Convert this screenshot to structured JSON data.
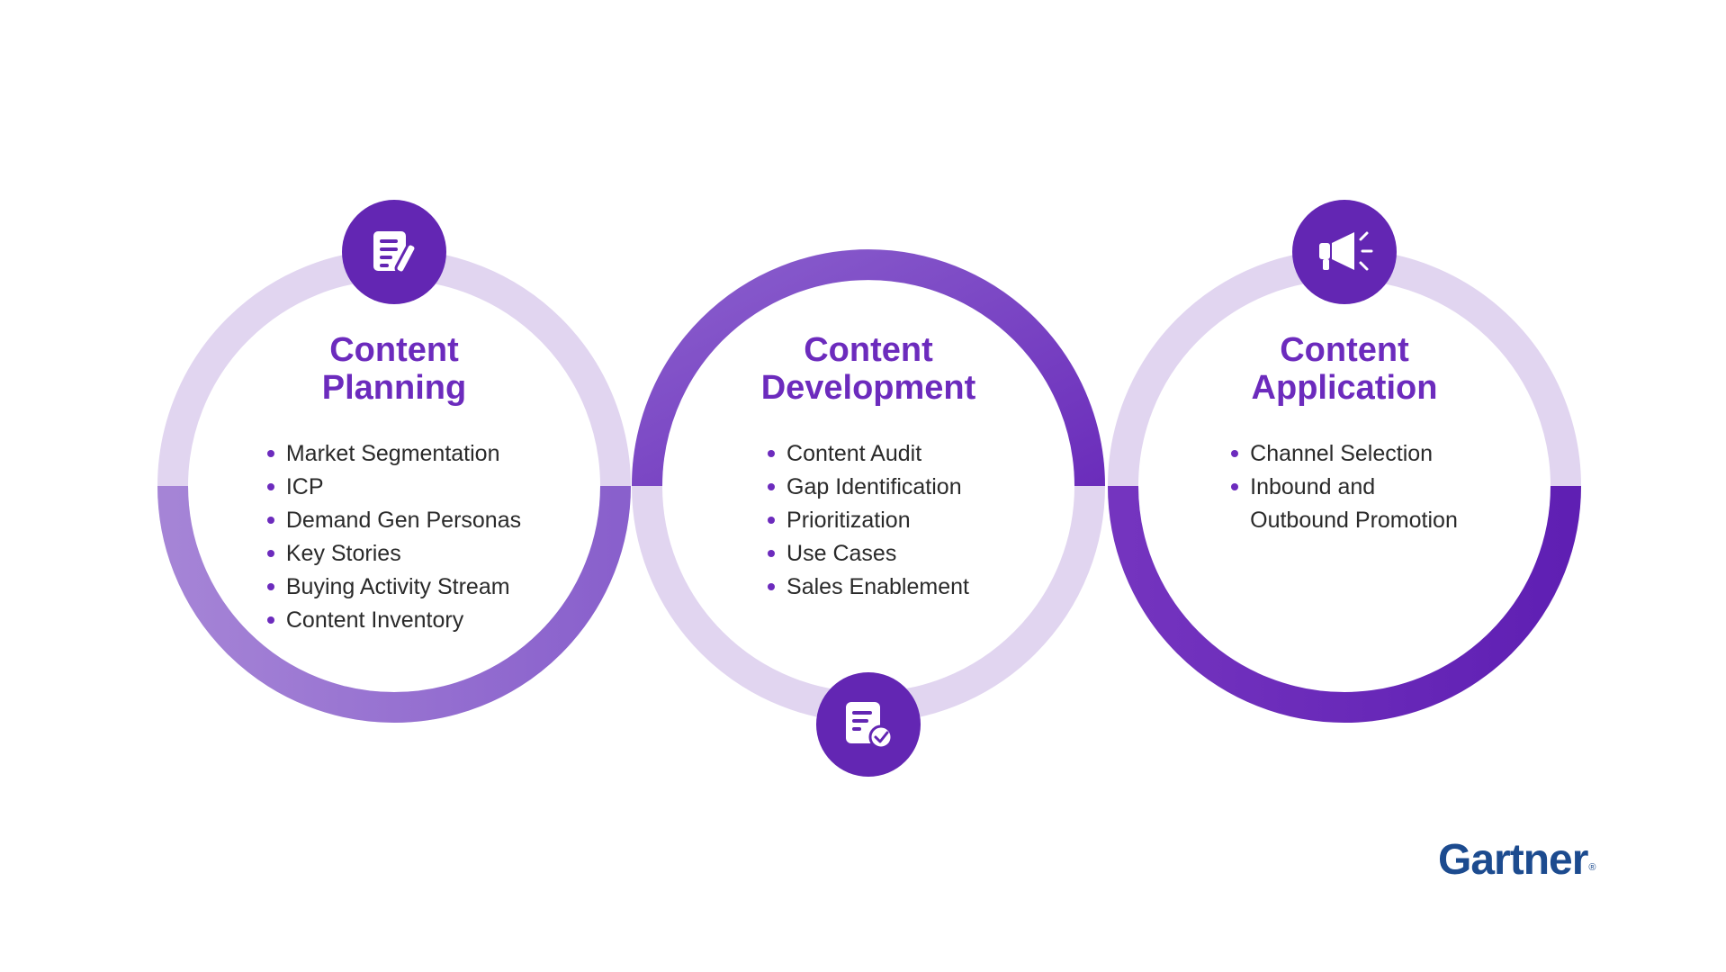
{
  "stages": [
    {
      "title_line1": "Content",
      "title_line2": "Planning",
      "items": [
        "Market Segmentation",
        "ICP",
        "Demand Gen Personas",
        "Key Stories",
        "Buying Activity Stream",
        "Content Inventory"
      ],
      "icon": "document-pencil-icon"
    },
    {
      "title_line1": "Content",
      "title_line2": "Development",
      "items": [
        "Content Audit",
        "Gap Identification",
        "Prioritization",
        "Use Cases",
        "Sales Enablement"
      ],
      "icon": "document-check-icon"
    },
    {
      "title_line1": "Content",
      "title_line2": "Application",
      "items": [
        "Channel Selection",
        "Inbound and",
        "Outbound Promotion"
      ],
      "icon": "megaphone-icon"
    }
  ],
  "logo": {
    "text": "Gartner",
    "mark": "®"
  },
  "colors": {
    "ring_light": "#e1d5f0",
    "ring_mid": "#9a78d2",
    "ring_dark": "#6a27b8",
    "title": "#6c2bbd",
    "icon_bg": "#6326b3",
    "logo": "#1c4b8f"
  }
}
